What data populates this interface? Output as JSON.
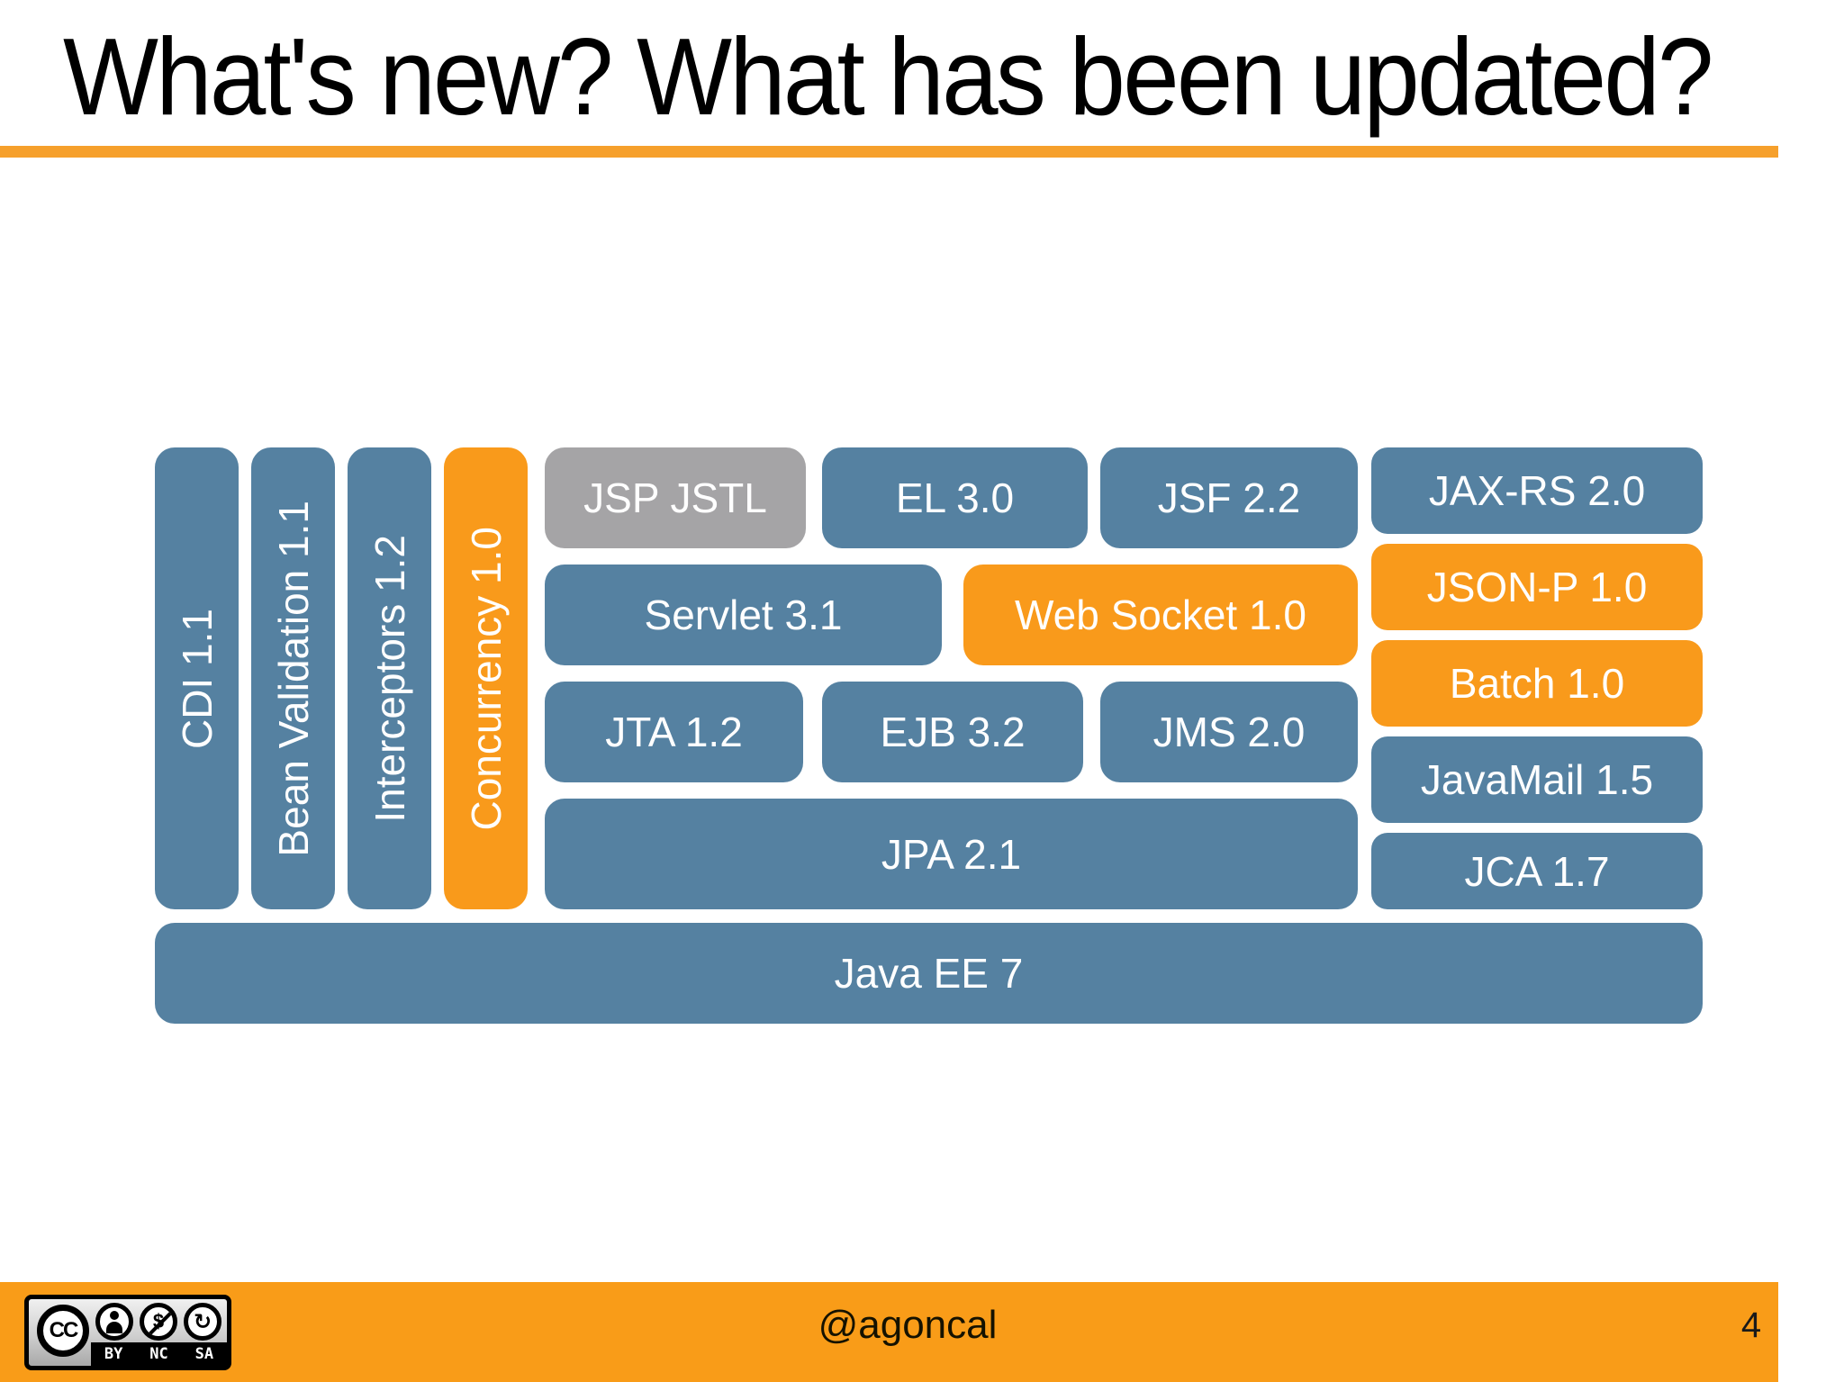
{
  "slide": {
    "title": "What's new? What has been updated?",
    "page_number": "4"
  },
  "footer": {
    "handle": "@agoncal"
  },
  "license_badge": {
    "cc_label": "CC",
    "nc_glyph": "$",
    "sa_glyph": "↻",
    "items": [
      "BY",
      "NC",
      "SA"
    ]
  },
  "colors": {
    "block_blue": "#5581a1",
    "block_orange": "#f99a1b",
    "block_gray": "#a5a4a6",
    "title_rule": "#f6a02c",
    "footer_bar": "#f99c18",
    "block_text": "#ffffff",
    "title_text": "#000000"
  },
  "diagram": {
    "left_columns": [
      {
        "label": "CDI 1.1",
        "variant": "blue"
      },
      {
        "label": "Bean Validation 1.1",
        "variant": "blue"
      },
      {
        "label": "Interceptors 1.2",
        "variant": "blue"
      },
      {
        "label": "Concurrency 1.0",
        "variant": "orange"
      }
    ],
    "grid_blocks": [
      {
        "label": "JSP JSTL",
        "variant": "gray"
      },
      {
        "label": "EL 3.0",
        "variant": "blue"
      },
      {
        "label": "JSF 2.2",
        "variant": "blue"
      },
      {
        "label": "JAX-RS 2.0",
        "variant": "blue"
      },
      {
        "label": "Servlet 3.1",
        "variant": "blue"
      },
      {
        "label": "Web Socket 1.0",
        "variant": "orange"
      },
      {
        "label": "JSON-P 1.0",
        "variant": "orange"
      },
      {
        "label": "JTA 1.2",
        "variant": "blue"
      },
      {
        "label": "EJB 3.2",
        "variant": "blue"
      },
      {
        "label": "JMS 2.0",
        "variant": "blue"
      },
      {
        "label": "Batch 1.0",
        "variant": "orange"
      },
      {
        "label": "JavaMail 1.5",
        "variant": "blue"
      },
      {
        "label": "JPA 2.1",
        "variant": "blue"
      },
      {
        "label": "JCA 1.7",
        "variant": "blue"
      },
      {
        "label": "Java EE 7",
        "variant": "blue"
      }
    ]
  }
}
